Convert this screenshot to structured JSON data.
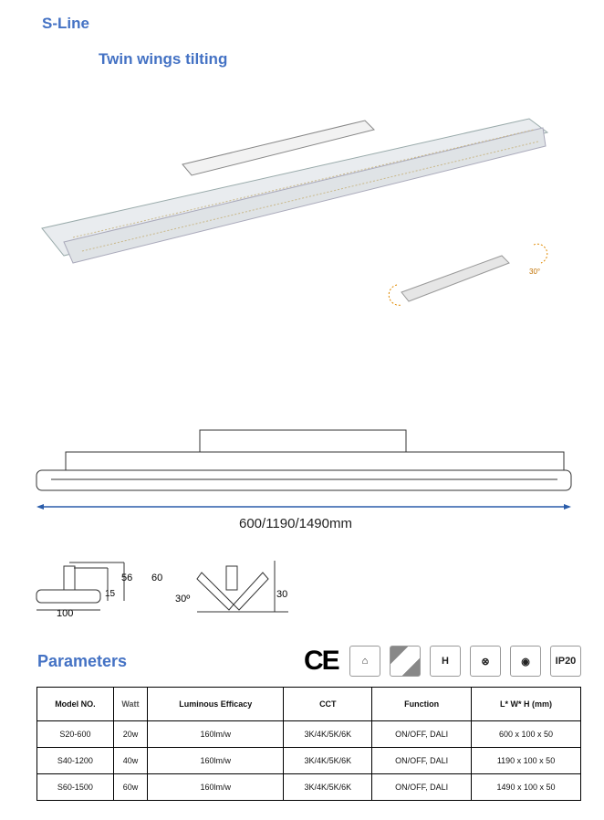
{
  "header": {
    "title": "S-Line",
    "subtitle": "Twin wings tilting"
  },
  "drawing": {
    "length_label": "600/1190/1490mm",
    "tilt_angle_label": "30°",
    "side_dims": {
      "width": "100",
      "height_total": "60",
      "height_body": "56",
      "height_wing": "15"
    },
    "tilt_dims": {
      "angle": "30º",
      "height": "30"
    }
  },
  "parameters": {
    "title": "Parameters",
    "icons": [
      {
        "name": "ce-mark",
        "label": "CE"
      },
      {
        "name": "indoor-icon"
      },
      {
        "name": "ceiling-icon"
      },
      {
        "name": "halogen-free-icon",
        "label": "H"
      },
      {
        "name": "no-glare-icon"
      },
      {
        "name": "eye-safe-icon"
      },
      {
        "name": "ip-rating",
        "label": "IP20"
      }
    ],
    "headers": [
      "Model NO.",
      "Watt",
      "Luminous Efficacy",
      "CCT",
      "Function",
      "L* W* H (mm)"
    ],
    "rows": [
      [
        "S20-600",
        "20w",
        "160lm/w",
        "3K/4K/5K/6K",
        "ON/OFF,  DALI",
        "600 x 100 x 50"
      ],
      [
        "S40-1200",
        "40w",
        "160lm/w",
        "3K/4K/5K/6K",
        "ON/OFF,  DALI",
        "1190 x 100 x 50"
      ],
      [
        "S60-1500",
        "60w",
        "160lm/w",
        "3K/4K/5K/6K",
        "ON/OFF,  DALI",
        "1490 x 100 x 50"
      ]
    ]
  }
}
